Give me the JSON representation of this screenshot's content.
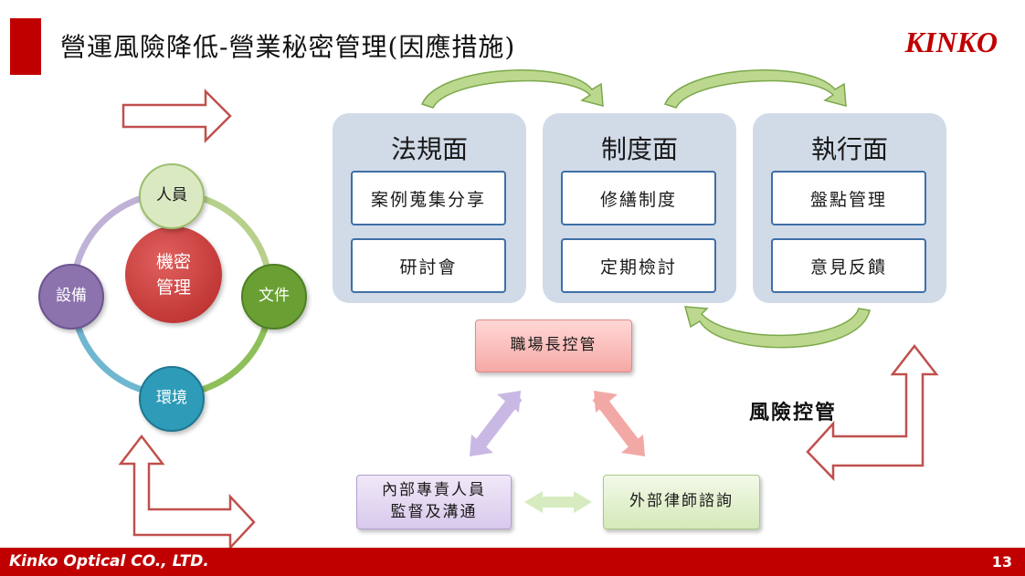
{
  "header": {
    "title": "營運風險降低-營業秘密管理(因應措施)",
    "brand": "KINKO"
  },
  "cycle": {
    "center": [
      "機密",
      "管理"
    ],
    "nodes": {
      "top": "人員",
      "right": "文件",
      "bottom": "環境",
      "left": "設備"
    }
  },
  "panels": [
    {
      "title": "法規面",
      "items": [
        "案例蒐集分享",
        "研討會"
      ]
    },
    {
      "title": "制度面",
      "items": [
        "修繕制度",
        "定期檢討"
      ]
    },
    {
      "title": "執行面",
      "items": [
        "盤點管理",
        "意見反饋"
      ]
    }
  ],
  "control": {
    "top": "職場長控管",
    "left": [
      "內部專責人員",
      "監督及溝通"
    ],
    "right": "外部律師諮詢",
    "label": "風險控管"
  },
  "footer": {
    "company": "Kinko Optical CO., LTD.",
    "page": "13"
  },
  "colors": {
    "accent": "#c00000",
    "panel_bg": "#d1dbe8",
    "box_border": "#3f6fa6",
    "green_node": "#6aa033",
    "purple_node": "#8c73ad",
    "teal_node": "#2e9bb8",
    "light_green_node": "#d9e8bf",
    "red_center": "#c0302f"
  },
  "icons": [
    "outline-arrow-icon",
    "curved-arrow-icon",
    "double-arrow-icon"
  ]
}
